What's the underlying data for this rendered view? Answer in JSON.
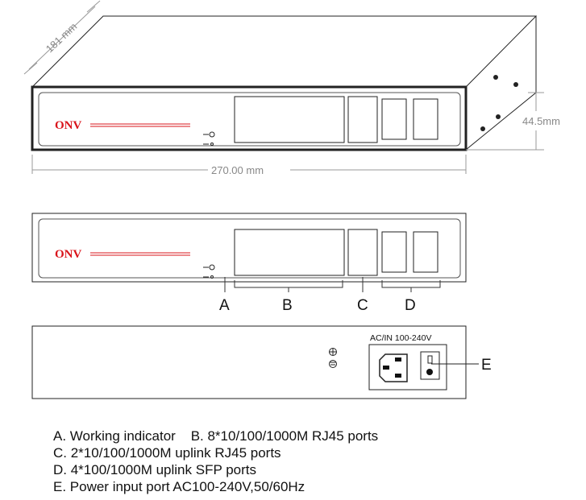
{
  "dimensions": {
    "depth": "181 mm",
    "height": "44.5mm",
    "width": "270.00 mm"
  },
  "brand": "ONV",
  "callouts": [
    "A",
    "B",
    "C",
    "D",
    "E"
  ],
  "rear_panel": {
    "power_label": "AC/IN 100-240V"
  },
  "legend": [
    "A. Working indicator    B. 8*10/100/1000M RJ45 ports",
    "C. 2*10/100/1000M uplink RJ45 ports",
    "D. 4*100/1000M uplink SFP ports",
    "E. Power input port AC100-240V,50/60Hz"
  ],
  "colors": {
    "brand": "#d9141b",
    "dimension": "#888888",
    "outline": "#111111"
  }
}
